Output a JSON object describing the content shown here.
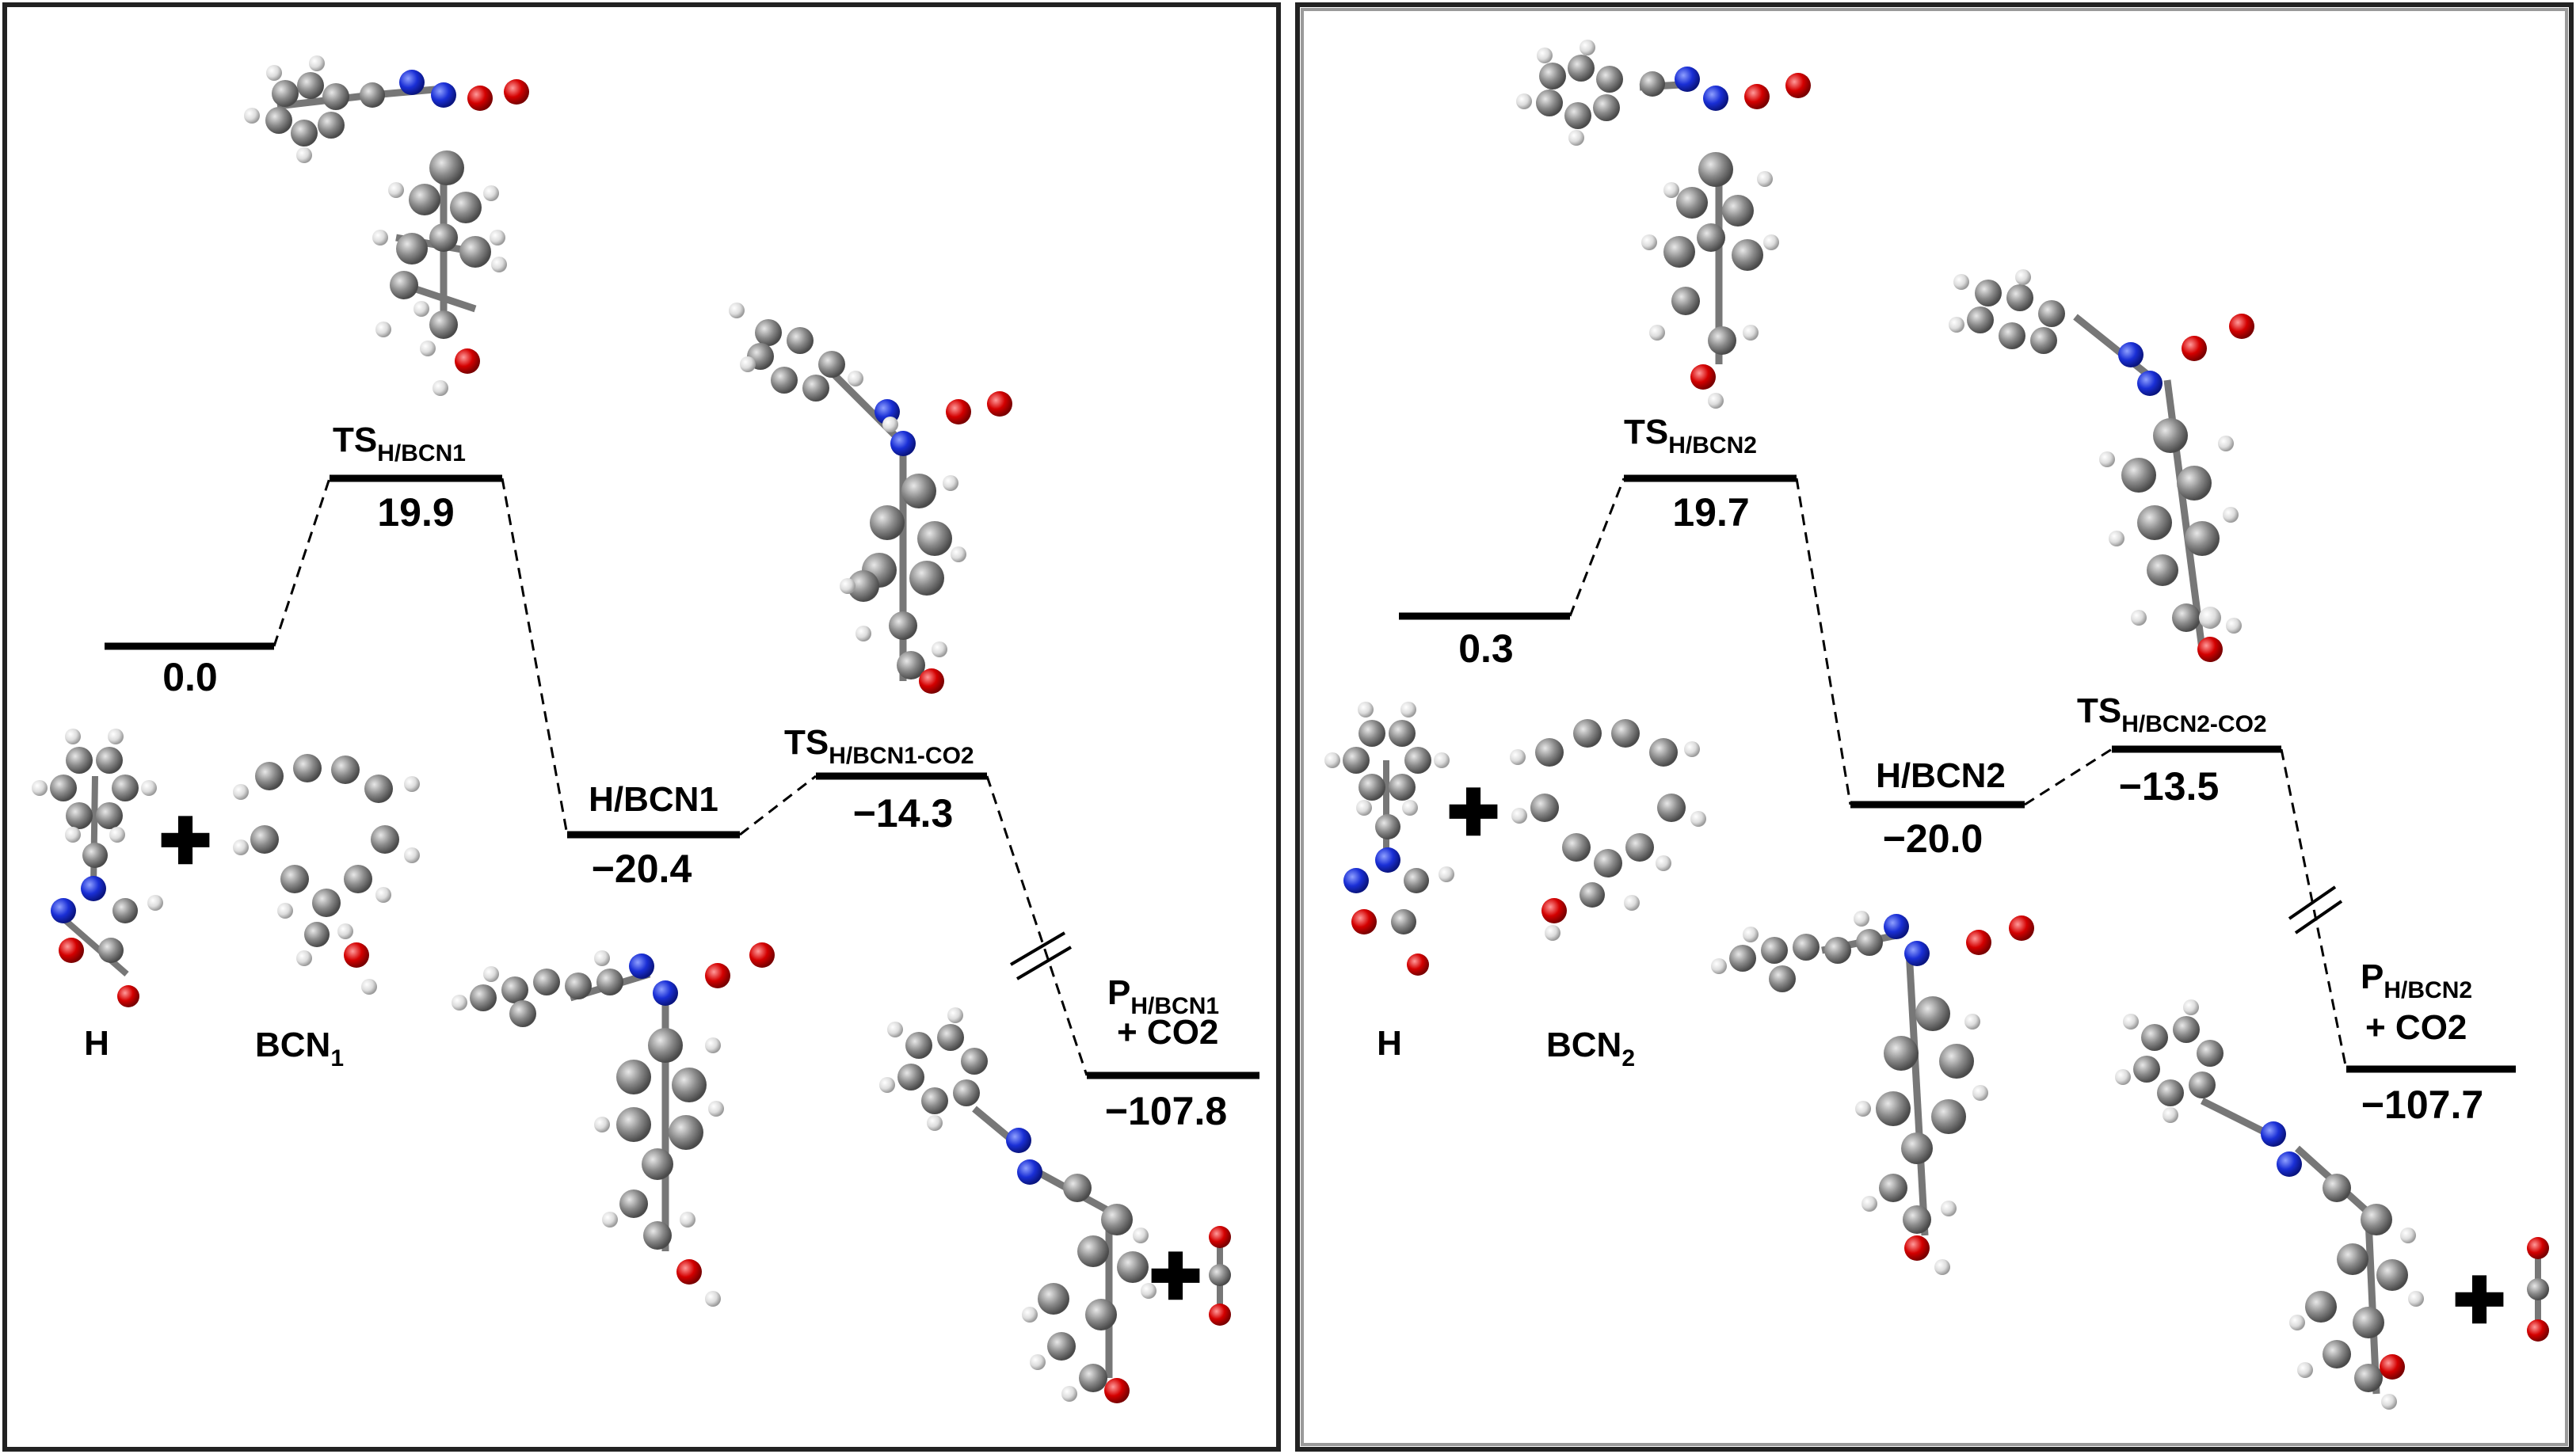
{
  "panels": [
    {
      "h_label": "H",
      "reactant_label": "BCN",
      "reactant_subscript": "1",
      "ts1_main": "TS",
      "ts1_sub": "H/BCN1",
      "intermediate_label": "H/BCN1",
      "ts2_main": "TS",
      "ts2_sub": "H/BCN1-CO2",
      "product_main": "P",
      "product_sub": "H/BCN1",
      "product_line2": "+ CO2",
      "energies": {
        "reactant": "0.0",
        "ts1": "19.9",
        "intermediate": "−20.4",
        "ts2": "−14.3",
        "product": "−107.8"
      }
    },
    {
      "h_label": "H",
      "reactant_label": "BCN",
      "reactant_subscript": "2",
      "ts1_main": "TS",
      "ts1_sub": "H/BCN2",
      "intermediate_label": "H/BCN2",
      "ts2_main": "TS",
      "ts2_sub": "H/BCN2-CO2",
      "product_main": "P",
      "product_sub": "H/BCN2",
      "product_line2": "+ CO2",
      "energies": {
        "reactant": "0.3",
        "ts1": "19.7",
        "intermediate": "−20.0",
        "ts2": "−13.5",
        "product": "−107.7"
      }
    }
  ],
  "plus_sign": "✚",
  "atom_colors": {
    "carbon": "#8a8a8a",
    "hydrogen": "#e6e6e6",
    "nitrogen": "#1a2fd6",
    "oxygen": "#d40000"
  }
}
